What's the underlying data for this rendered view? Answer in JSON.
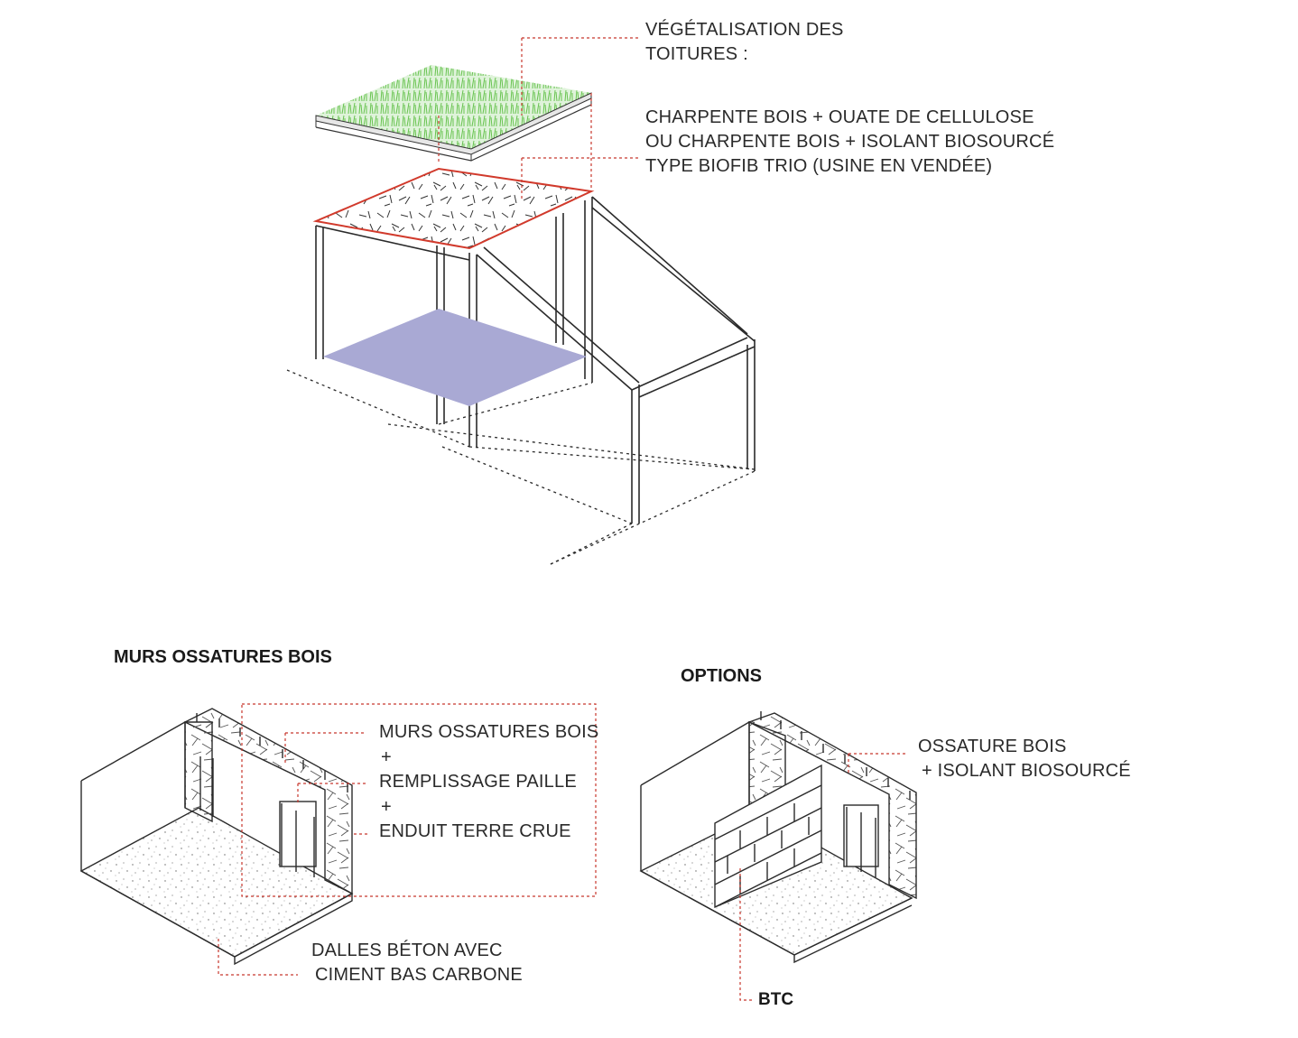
{
  "roof": {
    "green_label": [
      "VÉGÉTALISATION DES",
      "TOITURES :"
    ],
    "structure_label": [
      "CHARPENTE BOIS + OUATE DE CELLULOSE",
      "OU CHARPENTE BOIS + ISOLANT BIOSOURCÉ",
      "TYPE BIOFIB TRIO (USINE EN VENDÉE)"
    ]
  },
  "walls": {
    "title": "MURS OSSATURES BOIS",
    "wall_label": [
      "MURS OSSATURES BOIS",
      "+",
      "REMPLISSAGE PAILLE",
      "+",
      "ENDUIT TERRE CRUE"
    ],
    "slab_label": [
      "DALLES BÉTON AVEC",
      "CIMENT BAS CARBONE"
    ]
  },
  "options": {
    "title": "OPTIONS",
    "frame_label": [
      "OSSATURE BOIS",
      "+ ISOLANT BIOSOURCÉ"
    ],
    "brick_label": "BTC"
  },
  "colors": {
    "leader": "#c8372d",
    "line": "#2b2b2b",
    "floor": "#a9a9d4",
    "vegetation": "#59b845"
  }
}
